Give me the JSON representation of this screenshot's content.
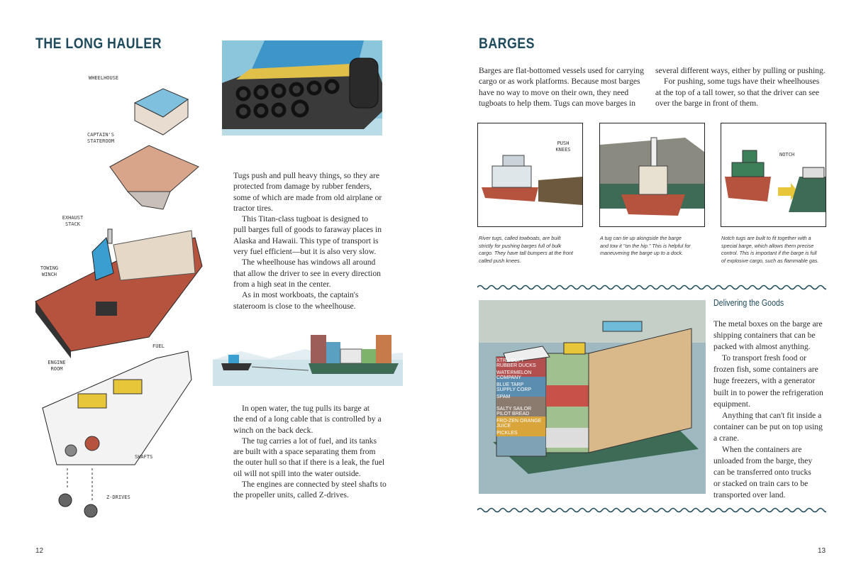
{
  "left_page": {
    "title": "THE LONG HAULER",
    "page_number": "12",
    "diagram_labels": {
      "wheelhouse": "WHEELHOUSE",
      "captains_stateroom": "CAPTAIN'S STATEROOM",
      "exhaust_stack": "EXHAUST STACK",
      "towing_winch": "TOWING WINCH",
      "fuel": "FUEL",
      "engine_room": "ENGINE ROOM",
      "shafts": "SHAFTS",
      "z_drives": "Z-DRIVES"
    },
    "text_block_1": [
      {
        "t": "Tugs push and pull heavy things, so they are",
        "i": false
      },
      {
        "t": "protected from damage by rubber fenders,",
        "i": false
      },
      {
        "t": "some of which are made from old airplane or",
        "i": false
      },
      {
        "t": "tractor tires.",
        "i": false
      },
      {
        "t": "This Titan-class tugboat is designed to",
        "i": true
      },
      {
        "t": "pull barges full of goods to faraway places in",
        "i": false
      },
      {
        "t": "Alaska and Hawaii. This type of transport is",
        "i": false
      },
      {
        "t": "very fuel efficient—but it is also very slow.",
        "i": false
      },
      {
        "t": "The wheelhouse has windows all around",
        "i": true
      },
      {
        "t": "that allow the driver to see in every direction",
        "i": false
      },
      {
        "t": "from a high seat in the center.",
        "i": false
      },
      {
        "t": "As in most workboats, the captain's",
        "i": true
      },
      {
        "t": "stateroom is close to the wheelhouse.",
        "i": false
      }
    ],
    "text_block_2": [
      {
        "t": "In open water, the tug pulls its barge at",
        "i": true
      },
      {
        "t": "the end of a long cable that is controlled by a",
        "i": false
      },
      {
        "t": "winch on the back deck.",
        "i": false
      },
      {
        "t": "The tug carries a lot of fuel, and its tanks",
        "i": true
      },
      {
        "t": "are built with a space separating them from",
        "i": false
      },
      {
        "t": "the outer hull so that if there is a leak, the fuel",
        "i": false
      },
      {
        "t": "oil will not spill into the water outside.",
        "i": false
      },
      {
        "t": "The engines are connected by steel shafts to",
        "i": true
      },
      {
        "t": "the propeller units, called Z-drives.",
        "i": false
      }
    ]
  },
  "right_page": {
    "title": "BARGES",
    "page_number": "13",
    "intro_col_1": [
      {
        "t": "Barges are flat-bottomed vessels used for carrying",
        "i": false
      },
      {
        "t": "cargo or as work platforms. Because most barges",
        "i": false
      },
      {
        "t": "have no way to move on their own, they need",
        "i": false
      },
      {
        "t": "tugboats to help them. Tugs can move barges in",
        "i": false
      }
    ],
    "intro_col_2": [
      {
        "t": "several different ways, either by pulling or pushing.",
        "i": false
      },
      {
        "t": "For pushing, some tugs have their wheelhouses",
        "i": true
      },
      {
        "t": "at the top of a tall tower, so that the driver can see",
        "i": false
      },
      {
        "t": "over the barge in front of them.",
        "i": false
      }
    ],
    "panels": [
      {
        "label": "PUSH KNEES",
        "caption": [
          "River tugs, called towboats, are built",
          "strictly for pushing barges full of bulk",
          "cargo. They have tall bumpers at the front",
          "called push knees."
        ]
      },
      {
        "label": "",
        "caption": [
          "A tug can tie up alongside the barge",
          "and tow it \"on the hip.\" This is helpful for",
          "maneuvering the barge up to a dock."
        ]
      },
      {
        "label": "NOTCH",
        "caption": [
          "Notch tugs are built to fit together with a",
          "special barge, which allows them precise",
          "control. This is important if the barge is full",
          "of explosive cargo, such as flammable gas."
        ]
      }
    ],
    "container_labels": [
      "XTRA SOFT RUBBER DUCKS",
      "WATERMELON COMPANY",
      "BLUE TARP SUPPLY CORP",
      "SPAM",
      "SALTY SAILOR PILOT BREAD",
      "FRO-ZEN ORANGE JUICE",
      "PICKLES"
    ],
    "section_heading": "Delivering the Goods",
    "section_text": [
      {
        "t": "The metal boxes on the barge are",
        "i": false
      },
      {
        "t": "shipping containers that can be",
        "i": false
      },
      {
        "t": "packed with almost anything.",
        "i": false
      },
      {
        "t": "To transport fresh food or",
        "i": true
      },
      {
        "t": "frozen fish, some containers are",
        "i": false
      },
      {
        "t": "huge freezers, with a generator",
        "i": false
      },
      {
        "t": "built in to power the refrigeration",
        "i": false
      },
      {
        "t": "equipment.",
        "i": false
      },
      {
        "t": "Anything that can't fit inside a",
        "i": true
      },
      {
        "t": "container can be put on top using",
        "i": false
      },
      {
        "t": "a crane.",
        "i": false
      },
      {
        "t": "When the containers are",
        "i": true
      },
      {
        "t": "unloaded from the barge, they",
        "i": false
      },
      {
        "t": "can be transferred onto trucks",
        "i": false
      },
      {
        "t": "or stacked on train cars to be",
        "i": false
      },
      {
        "t": "transported over land.",
        "i": false
      }
    ]
  },
  "colors": {
    "heading": "#1f4b5c",
    "hull": "#b5533f",
    "wheelhouse_blue": "#3b9ed0",
    "yellow": "#e8c63a",
    "water": "#cfe4ea"
  }
}
